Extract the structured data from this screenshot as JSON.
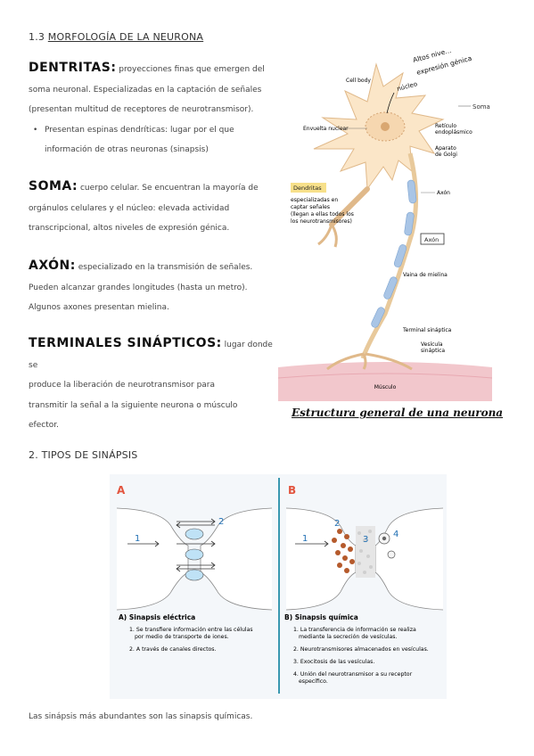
{
  "section1": {
    "number": "1.3",
    "title": "MORFOLOGÍA DE LA NEURONA"
  },
  "dendritas": {
    "term": "DENTRITAS:",
    "lines": [
      "proyecciones finas que emergen del",
      "soma neuronal. Especializadas en la captación de señales",
      "(presentan multitud de receptores de neurotransmisor)."
    ],
    "bullet_lines": [
      "Presentan espinas dendríticas: lugar por el que",
      "información de otras neuronas (sinapsis)"
    ]
  },
  "soma": {
    "term": "SOMA:",
    "lines": [
      "cuerpo celular. Se encuentran la mayoría de",
      "orgánulos celulares y el núcleo: elevada actividad",
      "transcripcional, altos niveles de expresión génica."
    ]
  },
  "axon": {
    "term": "AXÓN:",
    "lines": [
      "especializado en la transmisión de señales.",
      "Pueden alcanzar grandes longitudes (hasta un metro).",
      "Algunos axones presentan mielina."
    ]
  },
  "terminales": {
    "term": "TERMINALES SINÁPTICOS:",
    "lines": [
      "lugar donde se",
      "produce la liberación de neurotransmisor para",
      "transmitir la señal a la siguiente neurona o músculo",
      "efector."
    ]
  },
  "neuron_figure": {
    "handwritten": [
      "Altos nive...",
      "expresión génica",
      "núcleo"
    ],
    "labels": {
      "cell_body": "Cell body",
      "soma": "Soma",
      "envuelta": "Envuelta nuclear",
      "reticulo": [
        "Retículo",
        "endoplásmico"
      ],
      "golgi": [
        "Aparato",
        "de Golgi"
      ],
      "dendritas": "Dendritas",
      "dendritas_desc": [
        "especializadas en",
        "captar señales",
        "(llegan a ellas todos los",
        "los neurotransmisores)"
      ],
      "axon": "Axón",
      "axon_box": "Axón",
      "vaina": "Vaina de mielina",
      "terminal": "Terminal sináptica",
      "vesicula": [
        "Vesícula",
        "sináptica"
      ],
      "musculo": "Músculo"
    },
    "caption": "Estructura general de una neurona"
  },
  "section2": {
    "number": "2.",
    "title": "TIPOS DE SINÁPSIS"
  },
  "synapse_figure": {
    "a": {
      "letter": "A",
      "n1": "1",
      "n2": "2",
      "title": "A) Sinapsis eléctrica",
      "items": [
        [
          "1. Se transfiere información entre las células",
          "por medio de transporte de iones."
        ],
        [
          "2. A través de canales directos."
        ]
      ]
    },
    "b": {
      "letter": "B",
      "n1": "1",
      "n2": "2",
      "n3": "3",
      "n4": "4",
      "title": "B) Sinapsis química",
      "items": [
        [
          "1. La transferencia de información se realiza",
          "mediante la secreción de vesículas."
        ],
        [
          "2. Neurotransmisores almacenados en vesículas."
        ],
        [
          "3. Exocitosis de las vesículas."
        ],
        [
          "4. Unión del neurotransmisor a su receptor",
          "específico."
        ]
      ]
    },
    "colors": {
      "accent": "#e2553f",
      "number": "#1f6fb3",
      "teal": "#3a98b0",
      "channel": "#bfe2f6"
    }
  },
  "footer": {
    "text": "Las sinápsis más abundantes son las sinapsis químicas."
  }
}
